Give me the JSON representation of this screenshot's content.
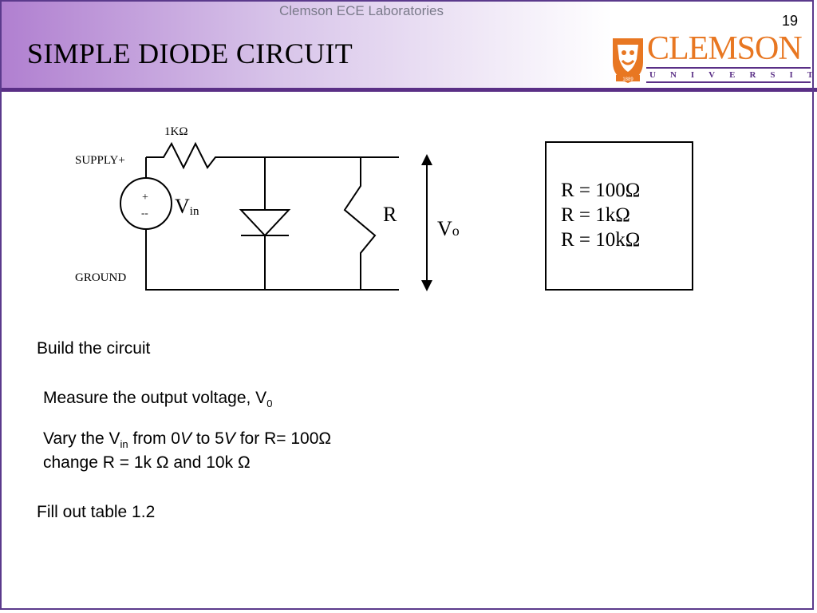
{
  "header": {
    "lab_name": "Clemson ECE Laboratories",
    "page_number": "19",
    "title": "SIMPLE DIODE CIRCUIT",
    "logo": {
      "word": "CLEMSON",
      "sub": "UNIVERSITY",
      "year": "1889"
    },
    "colors": {
      "purple": "#5a2f86",
      "orange": "#e87722"
    }
  },
  "circuit": {
    "resistor_label": "1KΩ",
    "supply_label": "SUPPLY+",
    "ground_label": "GROUND",
    "plus": "+",
    "minus": "--",
    "vin_main": "V",
    "vin_sub": "in",
    "r_label": "R",
    "vo_main": "V",
    "vo_sub": "o"
  },
  "resistance_box": [
    "R = 100Ω",
    "R = 1kΩ",
    "R = 10kΩ"
  ],
  "body": {
    "build": "Build  the  circuit",
    "measure": "Measure  the  output voltage, V",
    "measure_sub": "0",
    "vary_a": "Vary the V",
    "vary_sub": "in",
    "vary_b": " from 0",
    "vary_v1": "V",
    "vary_c": " to 5",
    "vary_v2": "V",
    "vary_d": " for R= 100Ω",
    "change": "change R = 1k Ω and 10k Ω",
    "fill": "Fill out table 1.2"
  }
}
